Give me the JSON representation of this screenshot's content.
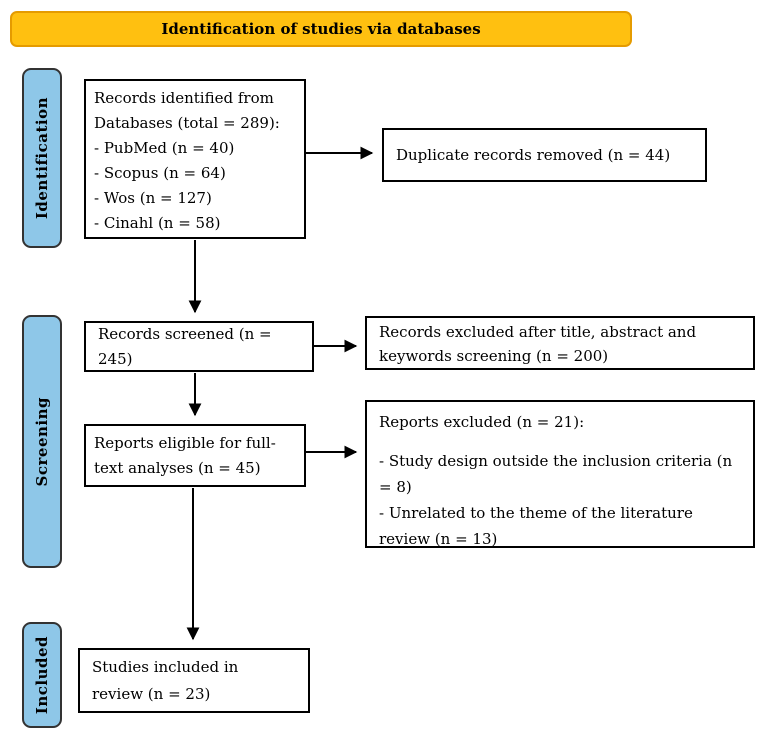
{
  "header": {
    "title": "Identification of studies via databases"
  },
  "colors": {
    "banner_fill": "#FFC010",
    "banner_border": "#E59B00",
    "stage_fill": "#8EC7E8",
    "stage_border": "#333333",
    "box_border": "#000000",
    "arrow": "#000000",
    "text": "#000000"
  },
  "stages": [
    {
      "label": "Identification"
    },
    {
      "label": "Screening"
    },
    {
      "label": "Included"
    }
  ],
  "boxes": {
    "records_identified": {
      "lines": [
        "Records identified from",
        "Databases (total = 289):",
        "- PubMed (n = 40)",
        "- Scopus (n = 64)",
        "- Wos (n = 127)",
        "- Cinahl (n = 58)"
      ]
    },
    "duplicates_removed": {
      "text": "Duplicate records removed (n = 44)"
    },
    "records_screened": {
      "text": "Records screened (n = 245)"
    },
    "records_excluded": {
      "text": "Records excluded after title, abstract and keywords screening (n = 200)"
    },
    "reports_eligible": {
      "lines": [
        "Reports eligible for full-",
        "text analyses (n = 45)"
      ]
    },
    "reports_excluded": {
      "title": "Reports excluded (n = 21):",
      "items": [
        "- Study design outside the inclusion criteria (n = 8)",
        "- Unrelated to the theme of the literature review (n = 13)"
      ]
    },
    "studies_included": {
      "lines": [
        "Studies included in",
        "review (n = 23)"
      ]
    }
  }
}
